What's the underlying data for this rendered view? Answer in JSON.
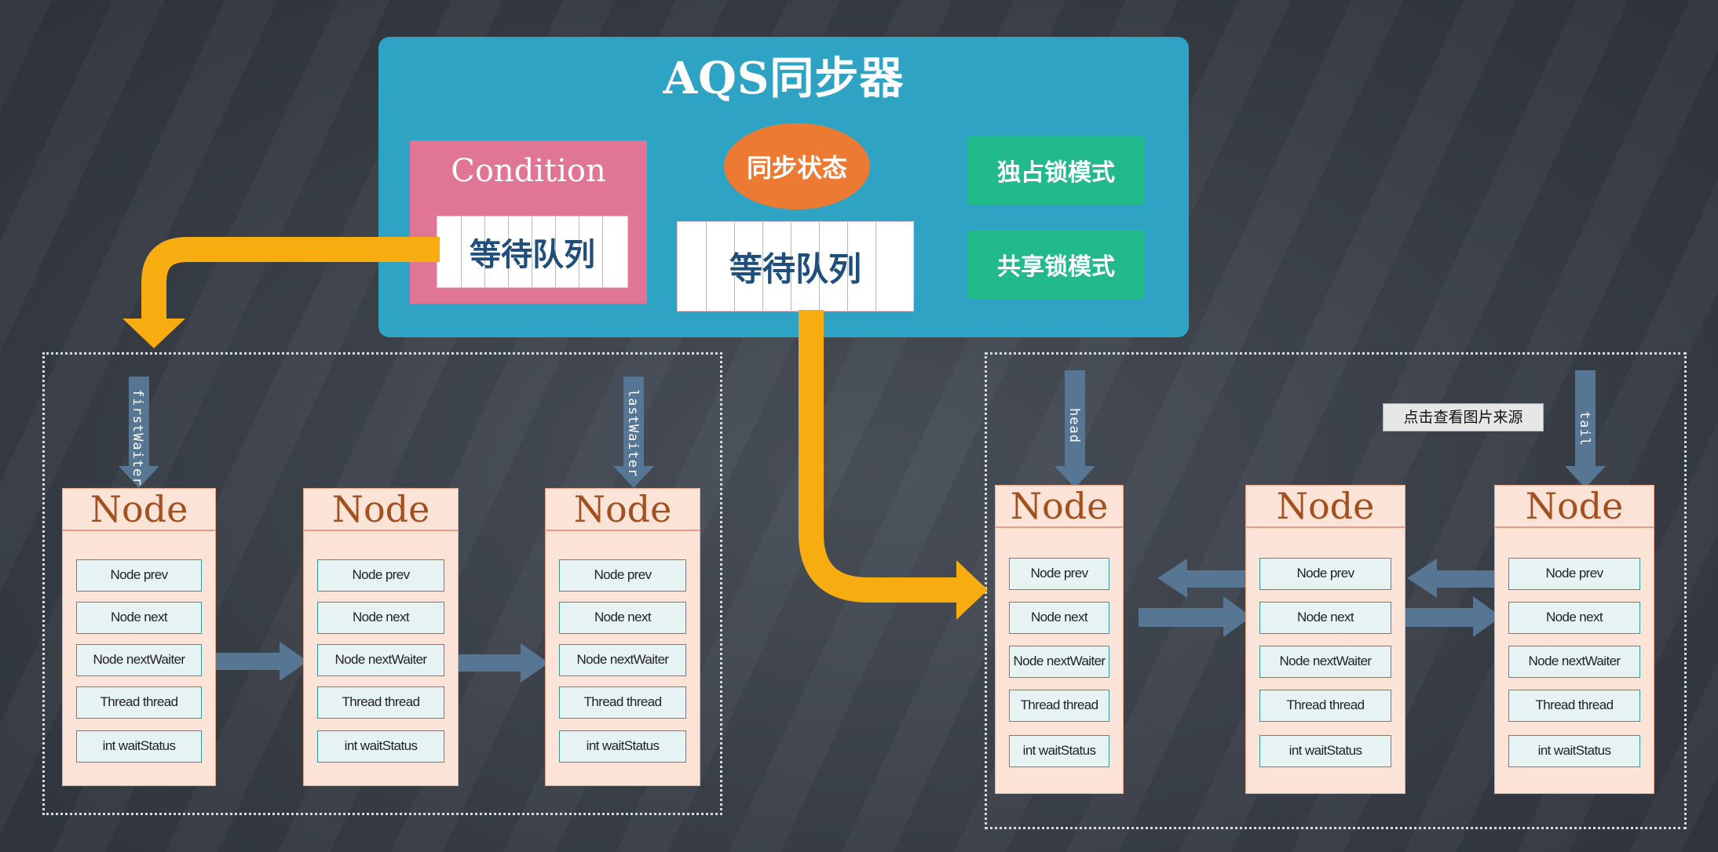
{
  "aqs": {
    "title": "AQS同步器",
    "condition_title": "Condition",
    "condition_queue_label": "等待队列",
    "sync_state_label": "同步状态",
    "sync_queue_label": "等待队列",
    "exclusive_mode_label": "独占锁模式",
    "shared_mode_label": "共享锁模式"
  },
  "condition_queue": {
    "first_pointer": "firstWaiter",
    "last_pointer": "lastWaiter"
  },
  "sync_queue": {
    "head_pointer": "head",
    "tail_pointer": "tail"
  },
  "node": {
    "title": "Node",
    "fields": [
      "Node prev",
      "Node next",
      "Node nextWaiter",
      "Thread thread",
      "int waitStatus"
    ]
  },
  "tooltip": "点击查看图片来源",
  "colors": {
    "aqs_panel": "#2ea3c4",
    "condition_panel": "#e07594",
    "sync_state": "#ec7a32",
    "mode_box": "#22b98b",
    "flow_arrow": "#f7ad10",
    "pointer_arrow": "#567694"
  }
}
